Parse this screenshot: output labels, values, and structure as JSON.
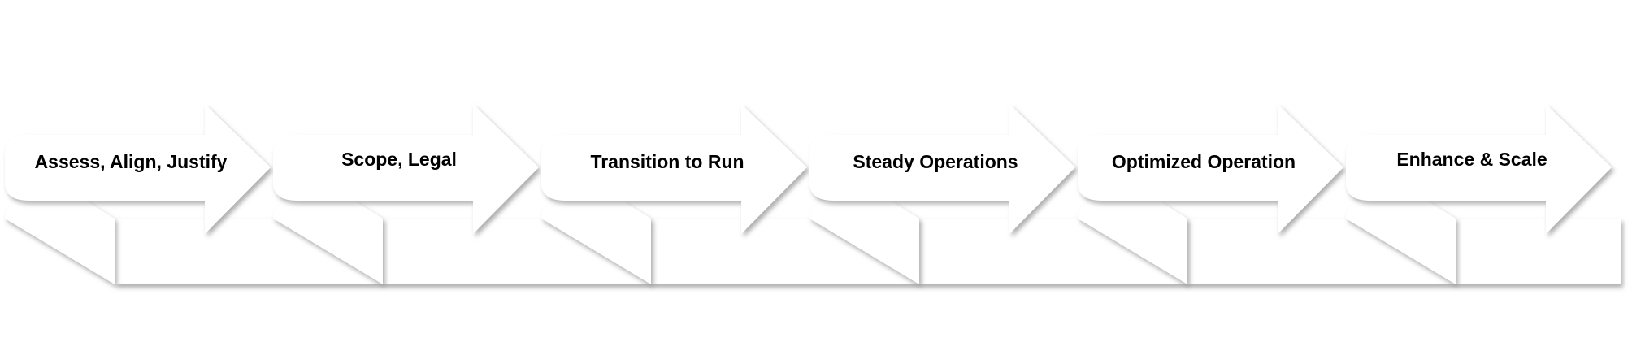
{
  "diagram": {
    "steps": [
      {
        "label": "Assess, Align, Justify"
      },
      {
        "label": "Scope, Legal"
      },
      {
        "label": "Transition to Run"
      },
      {
        "label": "Steady Operations"
      },
      {
        "label": "Optimized Operation"
      },
      {
        "label": "Enhance & Scale"
      }
    ],
    "fill_color": "#ffffff",
    "shadow_color": "#9a9a9a"
  }
}
